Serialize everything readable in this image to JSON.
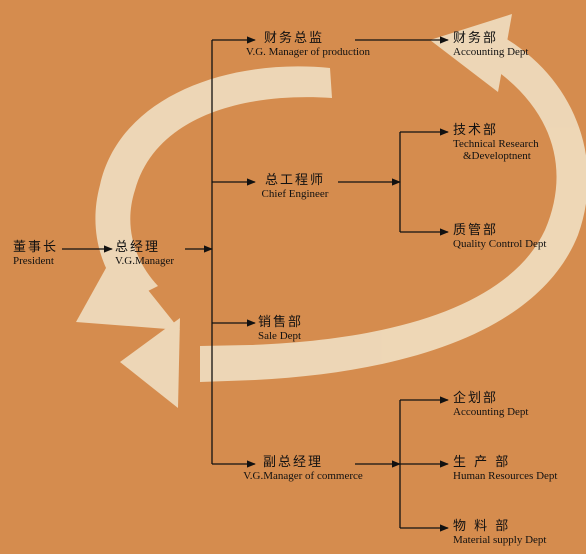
{
  "colors": {
    "background": "#d58c4e",
    "arrow": "#f0ddbf",
    "line": "#111111"
  },
  "nodes": {
    "president": {
      "zh": "董事长",
      "en": "President"
    },
    "general_manager": {
      "zh": "总经理",
      "en": "V.G.Manager"
    },
    "finance_director": {
      "zh": "财务总监",
      "en": "V.G. Manager of production"
    },
    "chief_engineer": {
      "zh": "总工程师",
      "en": "Chief Engineer"
    },
    "sales_dept": {
      "zh": "销售部",
      "en": "Sale Dept"
    },
    "deputy_manager": {
      "zh": "副总经理",
      "en": "V.G.Manager of commerce"
    },
    "accounting_dept": {
      "zh": "财务部",
      "en": "Accounting Dept"
    },
    "technical_dept": {
      "zh": "技术部",
      "en": "Technical Research",
      "en2": "&Developtnent"
    },
    "quality_dept": {
      "zh": "质管部",
      "en": "Quality Control Dept"
    },
    "planning_dept": {
      "zh": "企划部",
      "en": "Accounting Dept"
    },
    "production_dept": {
      "zh": "生 产 部",
      "en": "Human Resources  Dept"
    },
    "materials_dept": {
      "zh": "物 料 部",
      "en": "Material supply  Dept"
    }
  }
}
